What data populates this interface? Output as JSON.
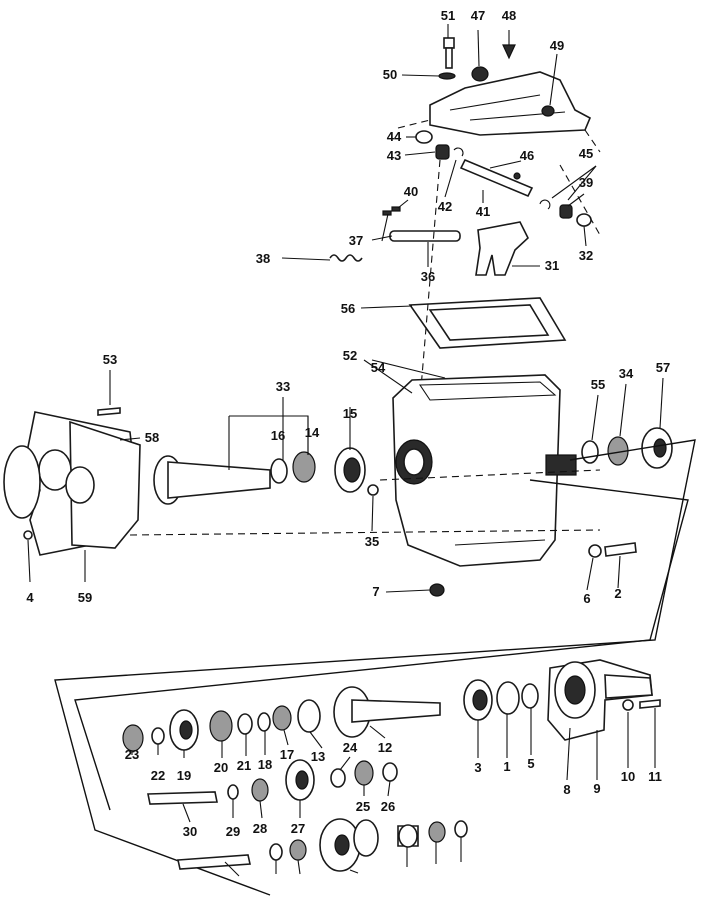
{
  "callouts": [
    "51",
    "47",
    "48",
    "50",
    "49",
    "44",
    "43",
    "46",
    "45",
    "42",
    "41",
    "40",
    "37",
    "39",
    "38",
    "36",
    "31",
    "32",
    "56",
    "52",
    "54",
    "53",
    "33",
    "16",
    "14",
    "15",
    "55",
    "34",
    "57",
    "58",
    "35",
    "4",
    "59",
    "7",
    "6",
    "2",
    "3",
    "1",
    "5",
    "8",
    "9",
    "10",
    "11",
    "12",
    "13",
    "17",
    "18",
    "21",
    "20",
    "19",
    "22",
    "23",
    "24",
    "25",
    "26",
    "27",
    "28",
    "29",
    "30"
  ]
}
